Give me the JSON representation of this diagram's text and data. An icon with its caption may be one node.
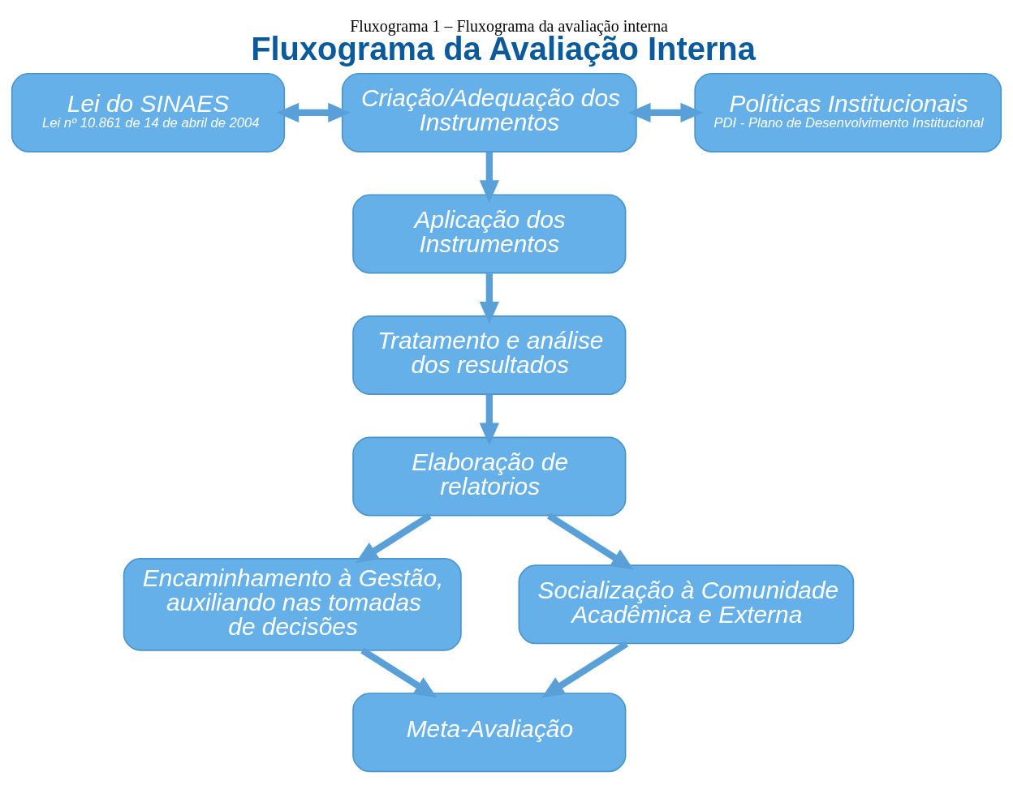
{
  "diagram": {
    "title": "Fluxograma da Avaliação Interna",
    "caption": "Fluxograma 1 – Fluxograma da avaliação interna",
    "nodes": [
      {
        "text": [
          "Lei do SINAES",
          "Lei nº 10.861 de 14 de abril de 2004"
        ]
      },
      {
        "text": [
          "Criação/Adequação dos Instrumentos"
        ]
      },
      {
        "text": [
          "Políticas Institucionais",
          "PDI - Plano de Desenvolvimento Institucional"
        ]
      },
      {
        "text": [
          "Aplicação dos Instrumentos"
        ]
      },
      {
        "text": [
          "Tratamento e análise dos resultados"
        ]
      },
      {
        "text": [
          "Elaboração de relatorios"
        ]
      },
      {
        "text": [
          "Encaminhamento à Gestão, auxiliando nas tomadas de decisões"
        ]
      },
      {
        "text": [
          "Socialização à Comunidade Acadêmica e Externa"
        ]
      },
      {
        "text": [
          "Meta-Avaliação"
        ]
      }
    ],
    "edges": [
      {
        "from": 0,
        "to": 1,
        "arrow": "both"
      },
      {
        "from": 1,
        "to": 2,
        "arrow": "both"
      },
      {
        "from": 1,
        "to": 3,
        "arrow": "to"
      },
      {
        "from": 3,
        "to": 4,
        "arrow": "to"
      },
      {
        "from": 4,
        "to": 5,
        "arrow": "to"
      },
      {
        "from": 5,
        "to": 6,
        "arrow": "to"
      },
      {
        "from": 5,
        "to": 7,
        "arrow": "to"
      },
      {
        "from": 6,
        "to": 8,
        "arrow": "to"
      },
      {
        "from": 7,
        "to": 8,
        "arrow": "to"
      }
    ]
  }
}
